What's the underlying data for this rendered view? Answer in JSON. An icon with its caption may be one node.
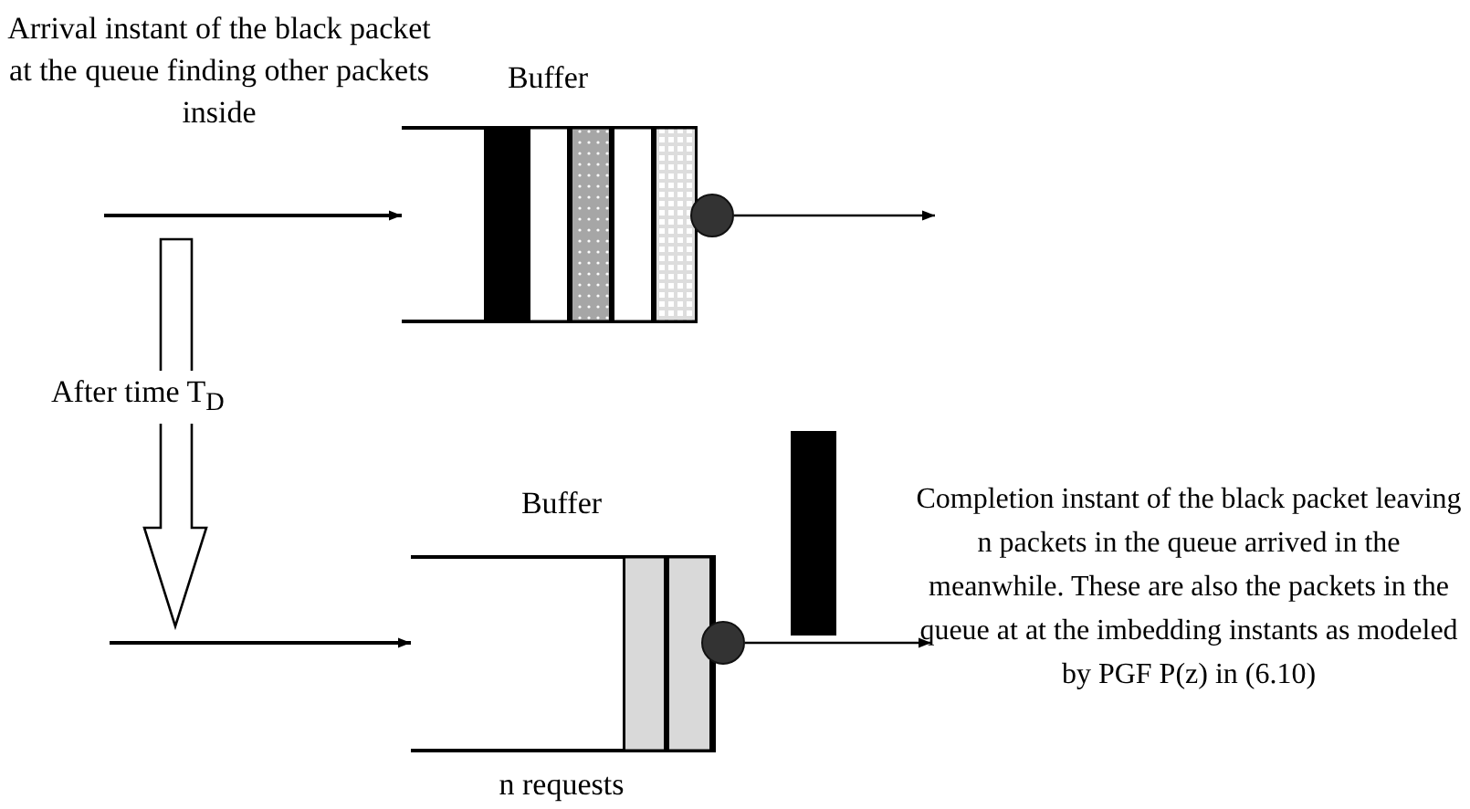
{
  "diagram": {
    "nodes": [
      {
        "text": [
          "Buffer"
        ]
      },
      {
        "text": [],
        "shape": "circle"
      },
      {
        "text": [
          "Buffer"
        ],
        "beside": [
          "n requests"
        ]
      },
      {
        "text": [],
        "shape": "circle"
      },
      {
        "text": [
          "Completion instant of the black packet leaving n packets in the queue arrived in the meanwhile. These are also the packets in the queue at at the imbedding instants as modeled by PGF P(z) in (6.10)"
        ]
      }
    ],
    "edges": [
      {
        "from": null,
        "to": 0,
        "arrow": "to"
      },
      {
        "from": 1,
        "to": null,
        "arrow": "to"
      },
      {
        "from": null,
        "to": 2,
        "arrow": "to"
      },
      {
        "from": 3,
        "to": 4,
        "arrow": "to"
      }
    ],
    "labels": [
      "Arrival instant of the black packet at the queue finding other packets inside",
      "After time T$_{D}$"
    ]
  }
}
